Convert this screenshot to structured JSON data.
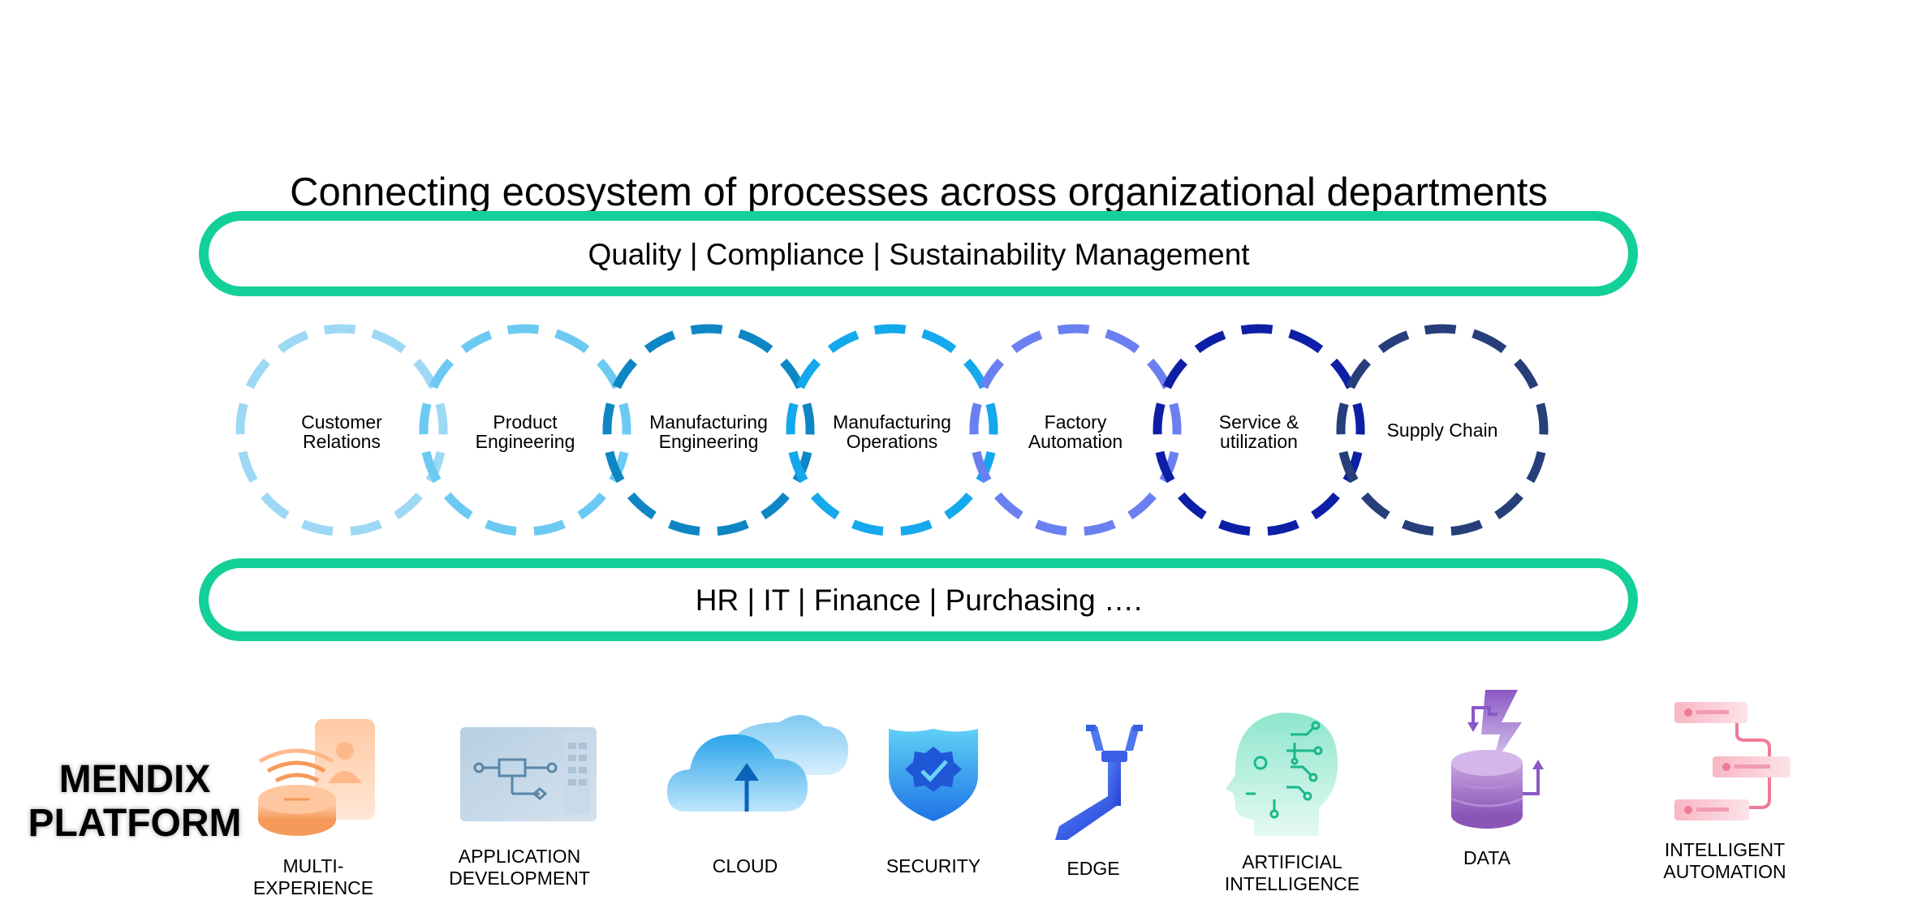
{
  "title": "Connecting ecosystem of processes across organizational departments",
  "colors": {
    "band_stroke": "#13cf98",
    "text": "#000000",
    "platform_text_shadow": "#cccccc"
  },
  "top_band": {
    "label": "Quality | Compliance | Sustainability Management"
  },
  "bottom_band": {
    "label": "HR | IT | Finance | Purchasing …."
  },
  "processes": [
    {
      "line1": "Customer",
      "line2": "Relations",
      "color": "#9dd9f5"
    },
    {
      "line1": "Product",
      "line2": "Engineering",
      "color": "#6ccaf2"
    },
    {
      "line1": "Manufacturing",
      "line2": "Engineering",
      "color": "#0f86c4"
    },
    {
      "line1": "Manufacturing",
      "line2": "Operations",
      "color": "#14a8ec"
    },
    {
      "line1": "Factory",
      "line2": "Automation",
      "color": "#6b80f0"
    },
    {
      "line1": "Service &",
      "line2": "utilization",
      "color": "#0d1fa6"
    },
    {
      "line1": "Supply Chain",
      "line2": "",
      "color": "#263f7a"
    }
  ],
  "platform": {
    "line1": "MENDIX",
    "line2": "PLATFORM"
  },
  "capabilities": [
    {
      "icon": "multi-experience-icon",
      "line1": "MULTI-",
      "line2": "EXPERIENCE"
    },
    {
      "icon": "application-development-icon",
      "line1": "APPLICATION",
      "line2": "DEVELOPMENT"
    },
    {
      "icon": "cloud-icon",
      "line1": "CLOUD",
      "line2": ""
    },
    {
      "icon": "security-shield-icon",
      "line1": "SECURITY",
      "line2": ""
    },
    {
      "icon": "edge-robot-arm-icon",
      "line1": "EDGE",
      "line2": ""
    },
    {
      "icon": "ai-head-icon",
      "line1": "ARTIFICIAL",
      "line2": "INTELLIGENCE"
    },
    {
      "icon": "data-database-icon",
      "line1": "DATA",
      "line2": ""
    },
    {
      "icon": "intelligent-automation-icon",
      "line1": "INTELLIGENT",
      "line2": "AUTOMATION"
    }
  ]
}
